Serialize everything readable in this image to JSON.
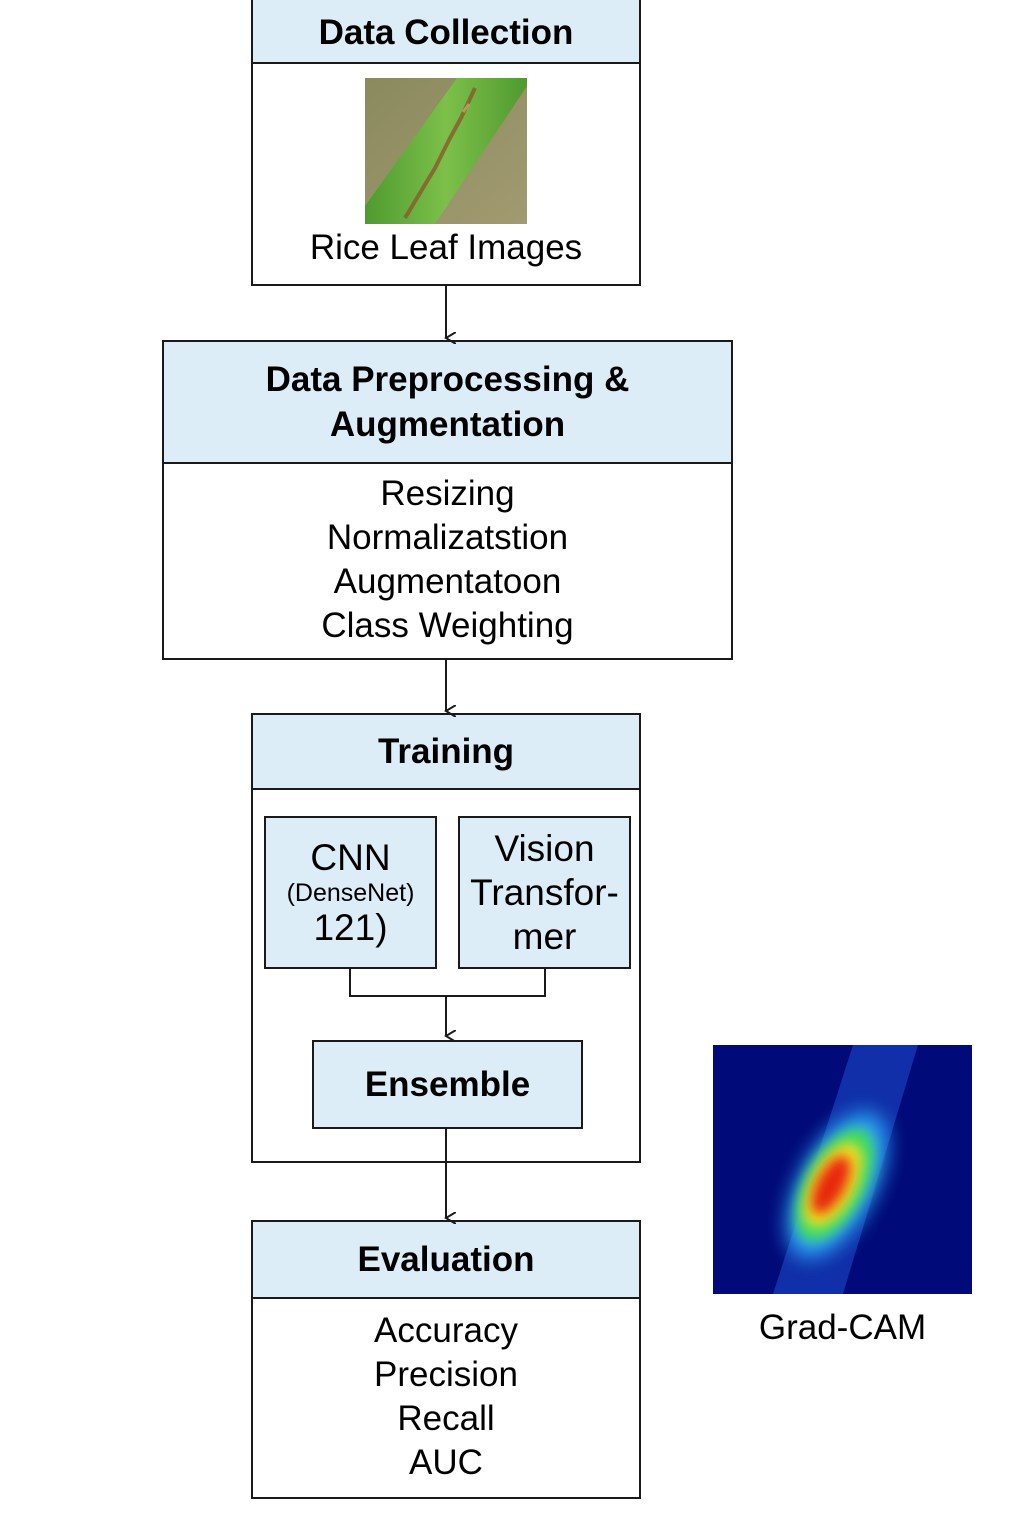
{
  "flow": {
    "data_collection": {
      "title": "Data Collection",
      "caption": "Rice Leaf Images"
    },
    "preprocessing": {
      "title_line1": "Data Preprocessing &",
      "title_line2": "Augmentation",
      "steps": [
        "Resizing",
        "Normalizatstion",
        "Augmentatoon",
        "Class Weighting"
      ]
    },
    "training": {
      "title": "Training",
      "cnn": {
        "line1": "CNN",
        "line2": "(DenseNet)",
        "line3": "121)"
      },
      "vit": {
        "line1": "Vision",
        "line2": "Transfor-",
        "line3": "mer"
      },
      "ensemble": "Ensemble"
    },
    "evaluation": {
      "title": "Evaluation",
      "metrics": [
        "Accuracy",
        "Precision",
        "Recall",
        "AUC"
      ]
    }
  },
  "gradcam": {
    "caption": "Grad-CAM"
  },
  "colors": {
    "header_fill": "#dcedf8",
    "border": "#1a1a1a",
    "heatmap_background": "#000a78",
    "leaf_green": "#5fa83a"
  }
}
